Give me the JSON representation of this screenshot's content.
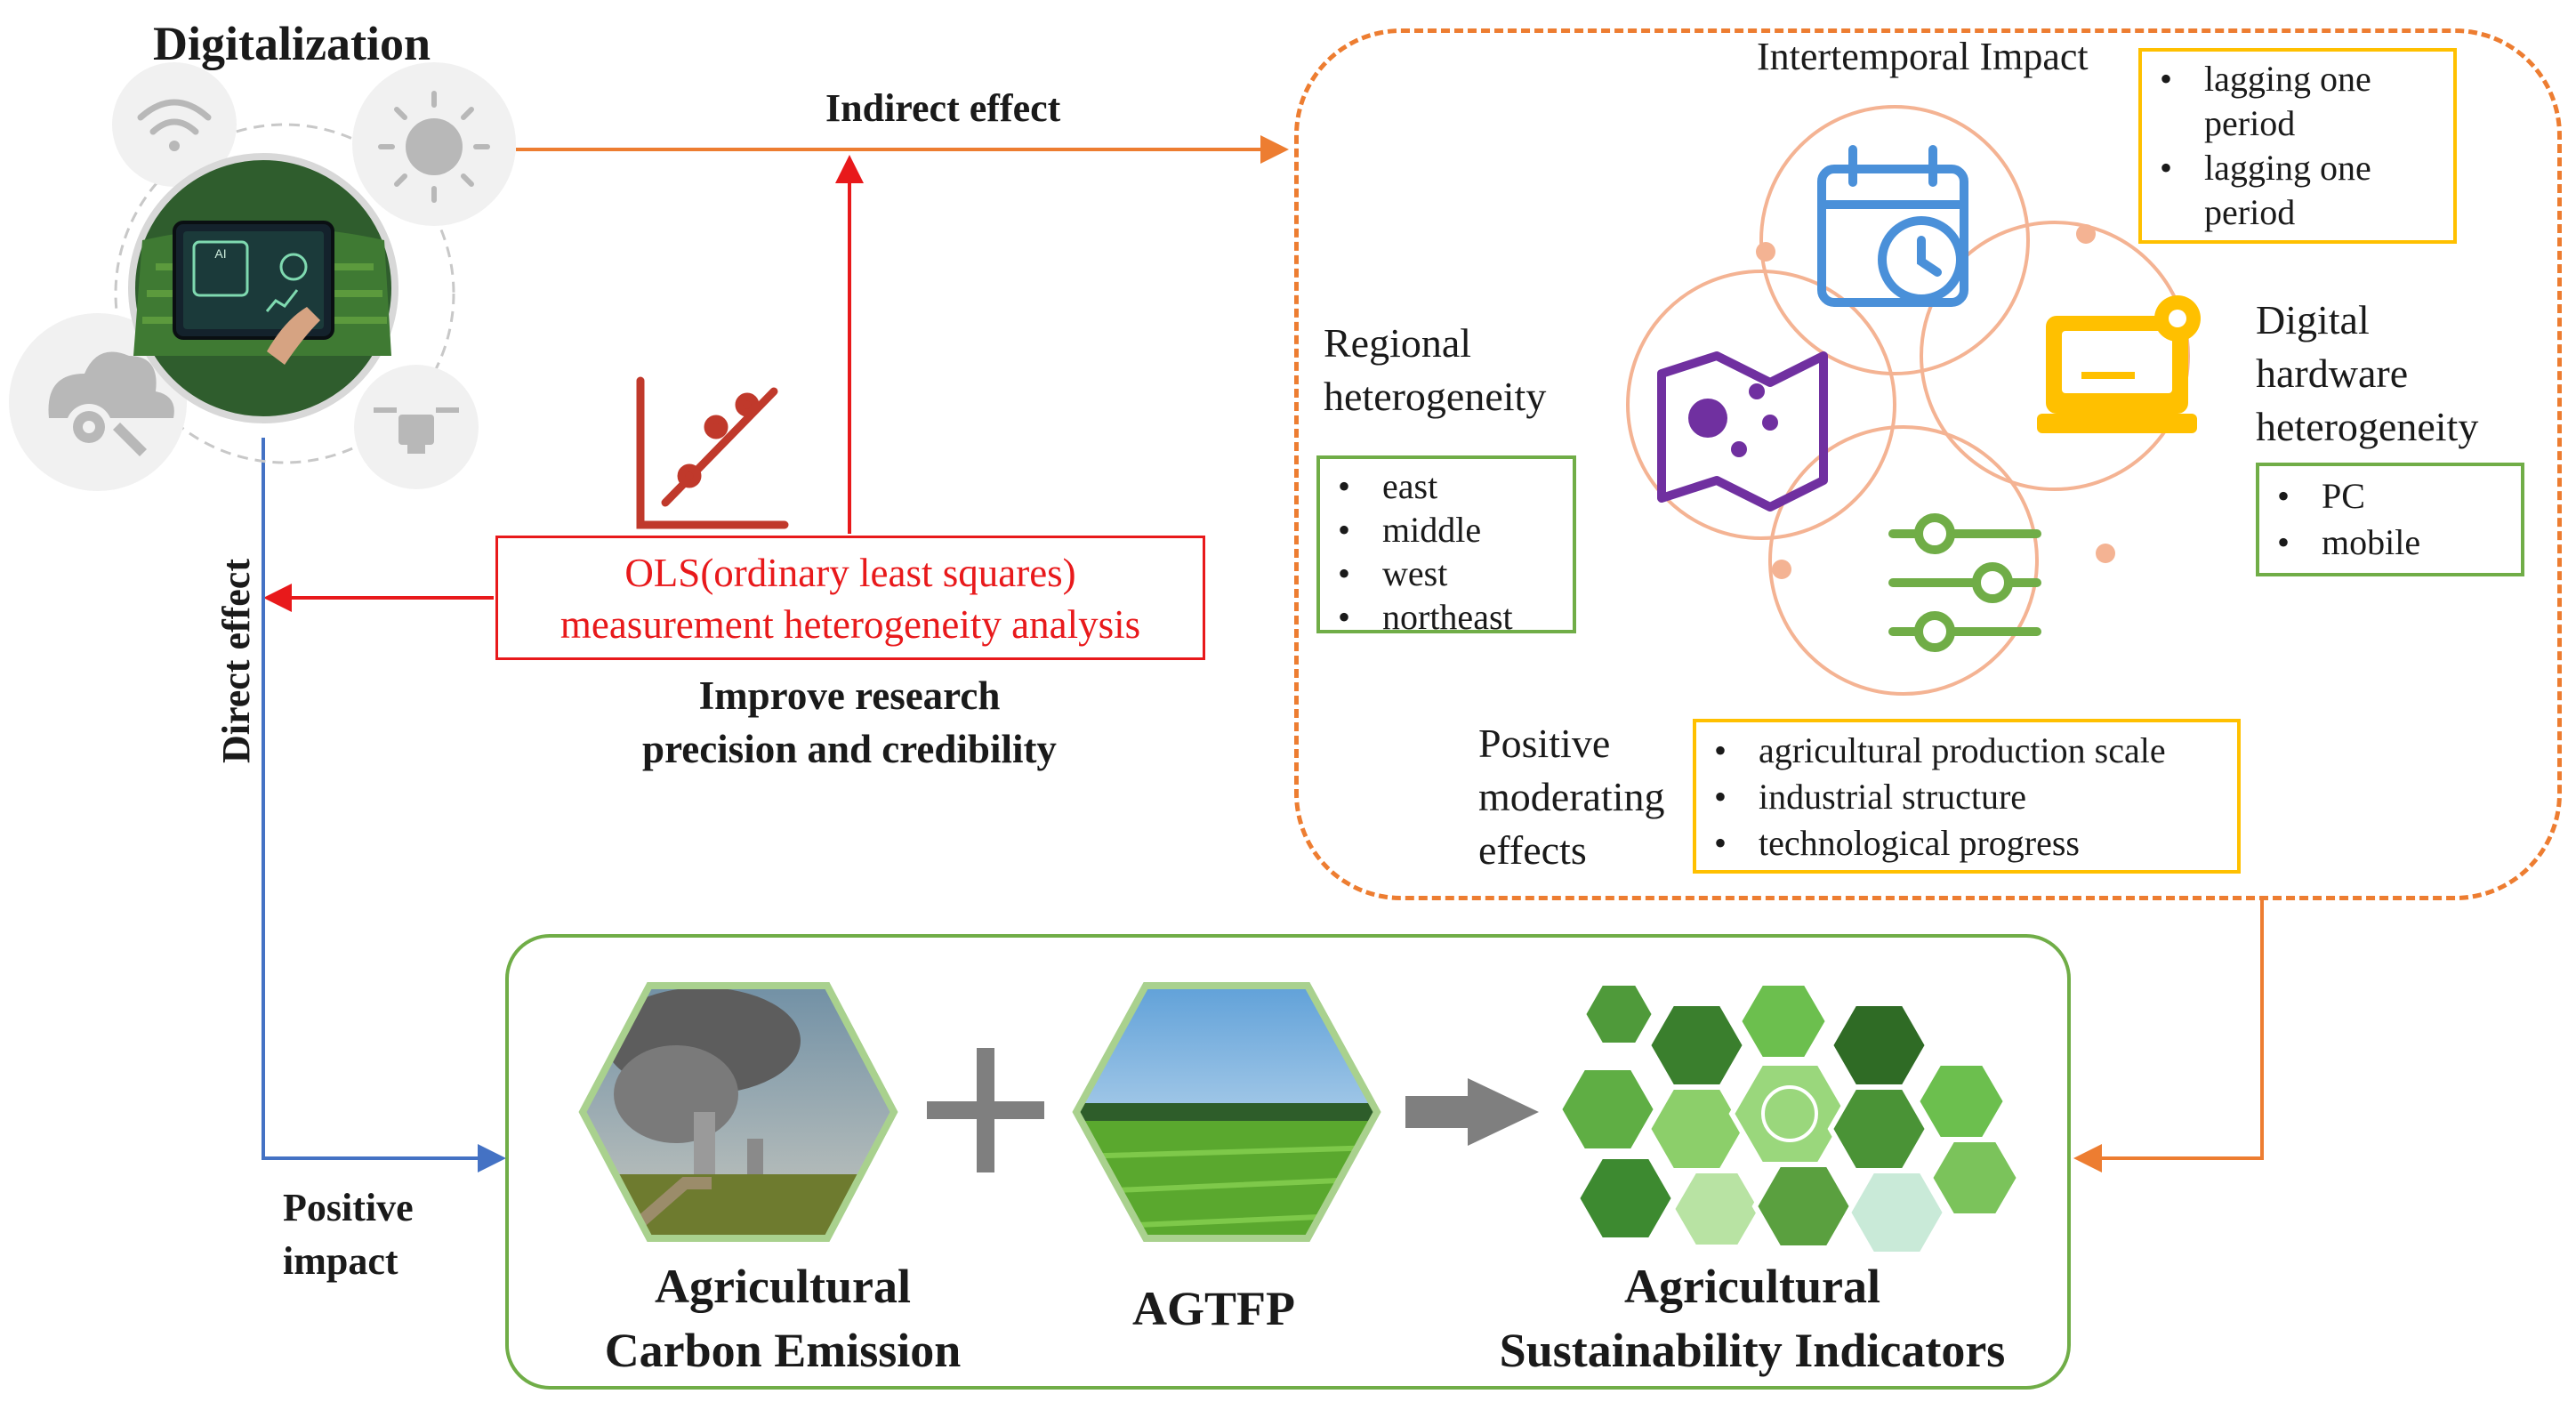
{
  "digitalization": {
    "title": "Digitalization",
    "icons": [
      "wifi-icon",
      "sun-icon",
      "ai-tablet-image",
      "cloud-gear-icon",
      "drone-icon"
    ],
    "tablet_label": "AI"
  },
  "arrows": {
    "indirect_effect": "Indirect effect",
    "direct_effect": "Direct effect",
    "positive_impact": [
      "Positive",
      "impact"
    ]
  },
  "ols": {
    "lines": [
      "OLS(ordinary least squares)",
      "measurement heterogeneity analysis"
    ],
    "subtitle": [
      "Improve research",
      "precision and credibility"
    ],
    "icon": "chart-trend-icon"
  },
  "heterogeneity": {
    "intertemporal": {
      "title": "Intertemporal Impact",
      "items": [
        "lagging one period",
        "lagging one period"
      ]
    },
    "regional": {
      "title": [
        "Regional",
        "heterogeneity"
      ],
      "items": [
        "east",
        "middle",
        "west",
        "northeast"
      ]
    },
    "hardware": {
      "title": [
        "Digital",
        "hardware",
        "heterogeneity"
      ],
      "items": [
        "PC",
        "mobile"
      ]
    },
    "moderating": {
      "title": [
        "Positive",
        "moderating",
        "effects"
      ],
      "items": [
        "agricultural production scale",
        "industrial structure",
        "technological progress"
      ]
    },
    "center_icons": [
      "calendar-clock-icon",
      "map-icon",
      "computer-gear-icon",
      "sliders-icon"
    ]
  },
  "outcomes": {
    "carbon": [
      "Agricultural",
      "Carbon Emission"
    ],
    "agtfp": "AGTFP",
    "sustainability": [
      "Agricultural",
      "Sustainability Indicators"
    ],
    "plus": "+",
    "result_arrow": "arrow-right"
  },
  "colors": {
    "orange": "#ED7D31",
    "red": "#E8191B",
    "blue": "#4472C4",
    "green": "#70AD47",
    "gold": "#FFC000",
    "purple": "#7030A0"
  }
}
